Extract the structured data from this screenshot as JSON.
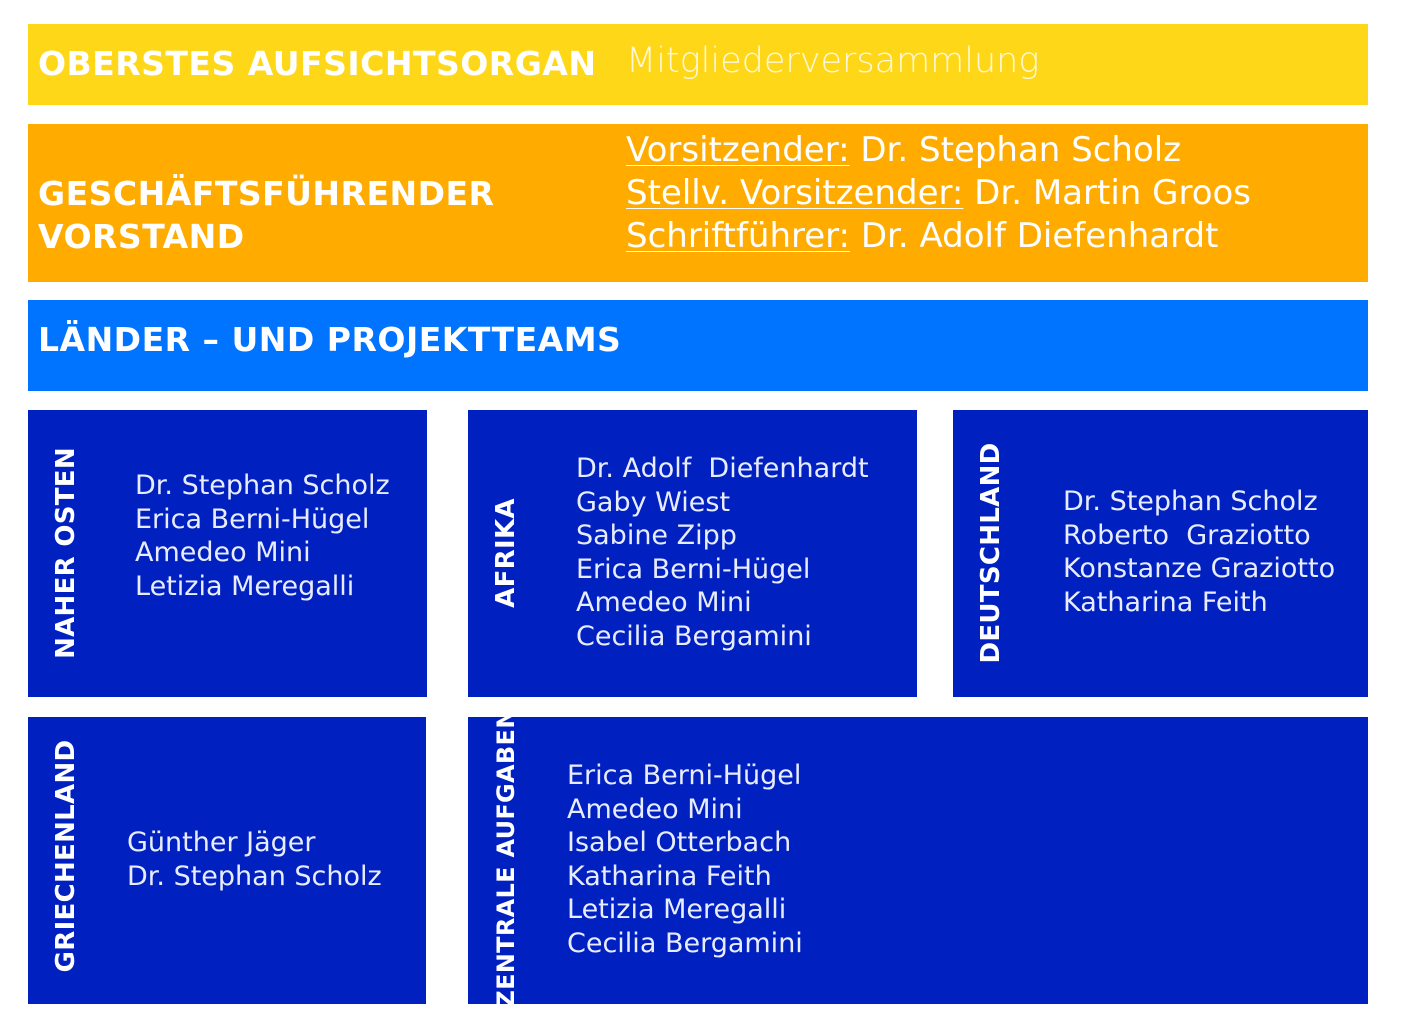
{
  "bands": {
    "top": {
      "title": "OBERSTES AUFSICHTSORGAN",
      "value": "Mitgliederversammlung"
    },
    "board": {
      "title_line1": "GESCHÄFTSFÜHRENDER",
      "title_line2": "VORSTAND",
      "roles": [
        {
          "label": "Vorsitzender:",
          "name": " Dr. Stephan Scholz"
        },
        {
          "label": "Stellv. Vorsitzender:",
          "name": " Dr. Martin Groos"
        },
        {
          "label": "Schriftführer:",
          "name": " Dr. Adolf Diefenhardt"
        }
      ]
    },
    "teams": {
      "title": "LÄNDER – UND PROJEKTTEAMS"
    }
  },
  "teams": {
    "naher_osten": {
      "label": "NAHER OSTEN",
      "members": [
        "Dr. Stephan Scholz",
        "Erica Berni-Hügel",
        "Amedeo Mini",
        "Letizia Meregalli"
      ]
    },
    "afrika": {
      "label": "AFRIKA",
      "members": [
        "Dr. Adolf  Diefenhardt",
        "Gaby Wiest",
        "Sabine Zipp",
        "Erica Berni-Hügel",
        "Amedeo Mini",
        "Cecilia Bergamini"
      ]
    },
    "deutschland": {
      "label": "DEUTSCHLAND",
      "members": [
        "Dr. Stephan Scholz",
        "Roberto  Graziotto",
        "Konstanze Graziotto",
        "Katharina Feith"
      ]
    },
    "griechenland": {
      "label": "GRIECHENLAND",
      "members": [
        "Günther Jäger",
        "Dr. Stephan Scholz"
      ]
    },
    "zentrale": {
      "label": "ZENTRALE AUFGABEN",
      "members": [
        "Erica Berni-Hügel",
        "Amedeo Mini",
        "Isabel Otterbach",
        "Katharina Feith",
        "Letizia Meregalli",
        "Cecilia Bergamini"
      ]
    }
  },
  "colors": {
    "supervisory": "#ffd719",
    "board": "#ffab00",
    "teams_header": "#0074ff",
    "team_box": "#0021c0"
  }
}
